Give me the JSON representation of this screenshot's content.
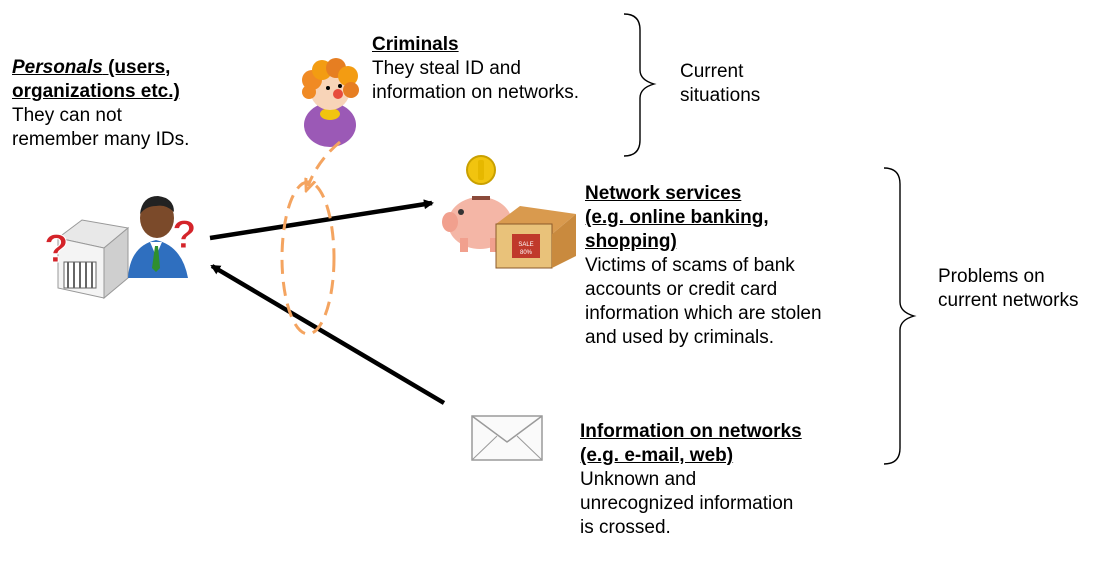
{
  "personals": {
    "title_italic": "Personals",
    "title_rest": " (users,",
    "title_line2": "organizations etc.)",
    "desc": [
      "They can not",
      "remember many IDs."
    ]
  },
  "criminals": {
    "title": "Criminals",
    "desc": [
      "They  steal ID  and",
      "information on networks."
    ]
  },
  "network_services": {
    "title": [
      "Network services",
      "(e.g. online banking,",
      "shopping)"
    ],
    "desc": [
      "Victims of scams of bank",
      "accounts or credit card",
      "information which are stolen",
      "and used by criminals."
    ]
  },
  "information": {
    "title": [
      "Information on networks",
      "(e.g. e-mail, web)"
    ],
    "desc": [
      "Unknown  and",
      "unrecognized information",
      "is crossed."
    ]
  },
  "brace_labels": {
    "current": [
      "Current",
      "situations"
    ],
    "problems": [
      "Problems on",
      "current networks"
    ]
  },
  "shop_sign": "SALE 80%",
  "icons": [
    "user-icon",
    "building-icon",
    "question-mark-icon",
    "clown-criminal-icon",
    "piggy-bank-icon",
    "coin-icon",
    "shop-icon",
    "envelope-icon"
  ],
  "colors": {
    "arrow": "#000000",
    "dashed_path": "#f4a460",
    "question_mark": "#d4242a"
  }
}
